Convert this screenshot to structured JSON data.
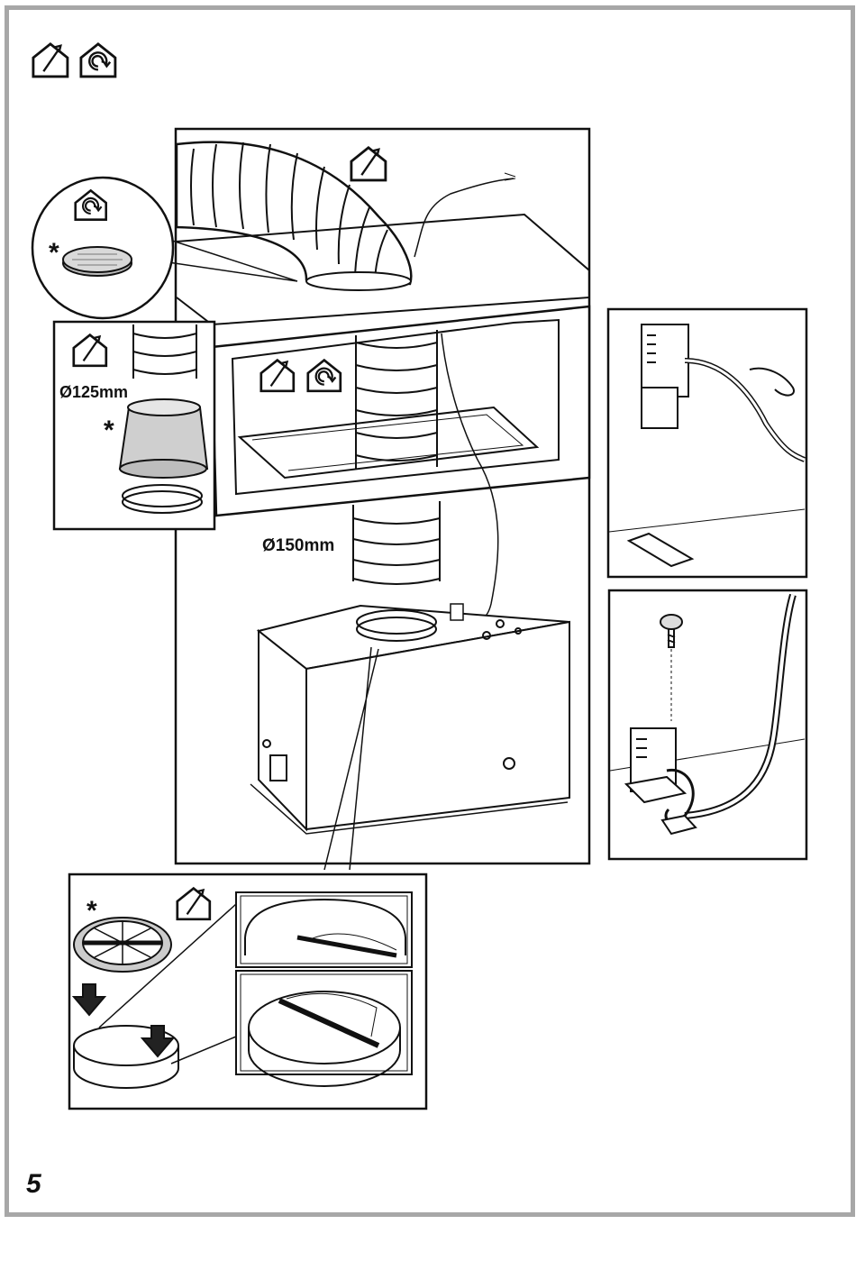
{
  "page": {
    "number": "5"
  },
  "diameters": {
    "small": "Ø125mm",
    "large": "Ø150mm"
  },
  "marks": {
    "optional": "*"
  },
  "icons": {
    "ducted_mode": "house-with-outlet-arrow-icon",
    "recirculation_mode": "house-with-recirculation-swirl-icon"
  },
  "colors": {
    "frame": "#a7a7a7",
    "line": "#111111",
    "fill": "#ffffff",
    "shade": "#cfcfcf"
  }
}
